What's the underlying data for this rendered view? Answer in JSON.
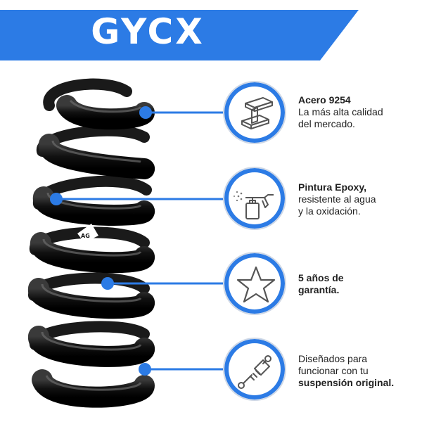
{
  "brand": "GYCX",
  "spring_logo": "AG",
  "colors": {
    "accent": "#2c7be5",
    "text": "#222222",
    "spring": "#111111"
  },
  "features": [
    {
      "icon": "steel-beam-icon",
      "title": "Acero 9254",
      "lines": [
        "La más alta calidad",
        "del mercado."
      ]
    },
    {
      "icon": "spray-gun-icon",
      "title": "Pintura Epoxy,",
      "lines": [
        "resistente al agua",
        "y la oxidación."
      ]
    },
    {
      "icon": "star-icon",
      "title_lines": [
        "5 años de",
        "garantía."
      ]
    },
    {
      "icon": "shock-absorber-icon",
      "lines": [
        "Diseñados para",
        "funcionar con tu"
      ],
      "bold_line": "suspensión original."
    }
  ]
}
